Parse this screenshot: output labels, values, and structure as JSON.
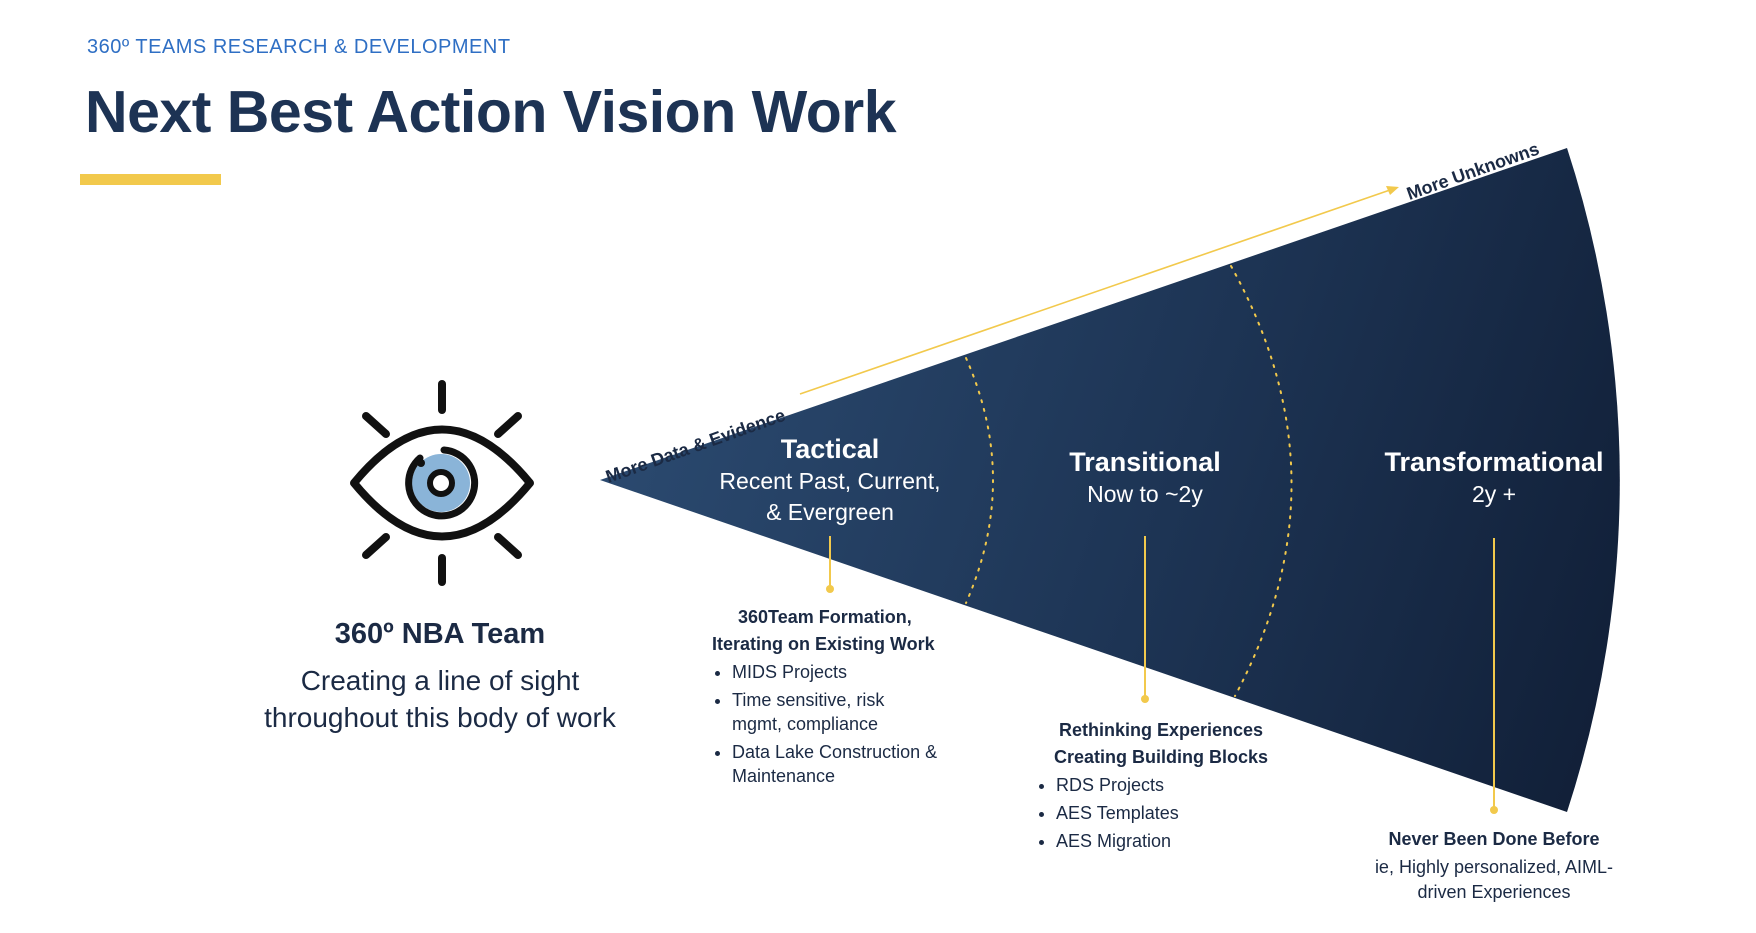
{
  "header": {
    "eyebrow": "360º TEAMS RESEARCH & DEVELOPMENT",
    "title": "Next Best Action Vision Work"
  },
  "team": {
    "name": "360º NBA Team",
    "description_line1": "Creating a line of sight",
    "description_line2": "throughout this body of work"
  },
  "axis": {
    "near_label": "More Data & Evidence",
    "far_label": "More Unknowns"
  },
  "horizons": [
    {
      "title": "Tactical",
      "subtitle_line1": "Recent Past, Current,",
      "subtitle_line2": "& Evergreen",
      "note_heading_line1": "360Team Formation,",
      "note_heading_line2": "Iterating on Existing Work",
      "items": [
        "MIDS Projects",
        "Time sensitive, risk mgmt, compliance",
        "Data Lake Construction & Maintenance"
      ]
    },
    {
      "title": "Transitional",
      "subtitle_line1": "Now to ~2y",
      "note_heading_line1": "Rethinking Experiences",
      "note_heading_line2": "Creating Building Blocks",
      "items": [
        "RDS Projects",
        "AES Templates",
        "AES Migration"
      ]
    },
    {
      "title": "Transformational",
      "subtitle_line1": "2y +",
      "note_heading_line1": "Never Been Done Before",
      "description": "ie, Highly personalized, AIML-driven Experiences"
    }
  ],
  "colors": {
    "navy_light": "#2b4a70",
    "navy_dark": "#0f1c33",
    "accent_yellow": "#f2c94c",
    "eyebrow_blue": "#2f6fc4",
    "eye_iris": "#8ab4d8"
  },
  "icons": {
    "team_icon": "eye-icon"
  }
}
